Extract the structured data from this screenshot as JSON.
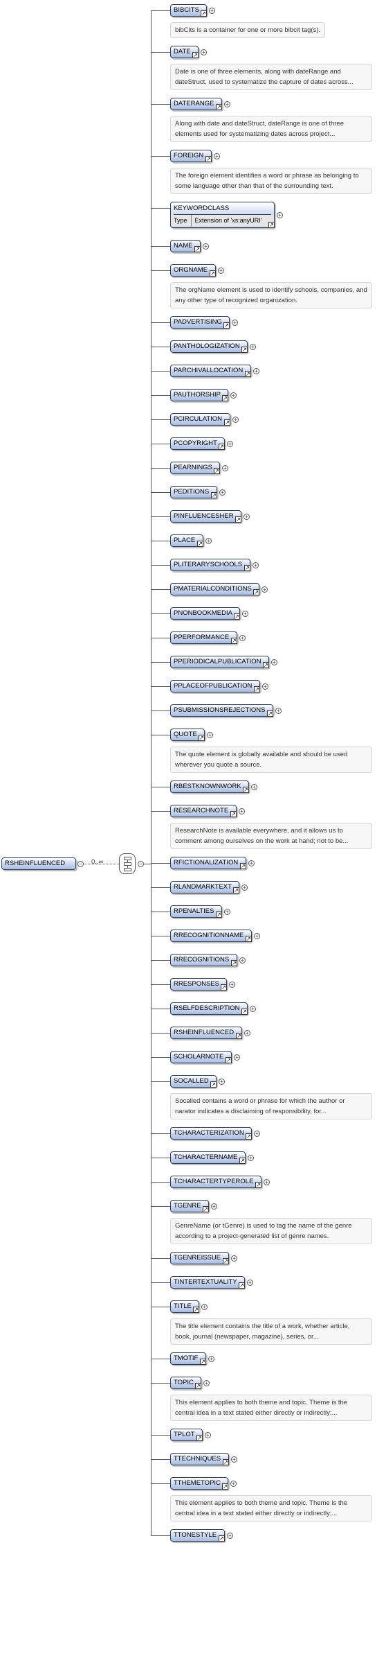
{
  "root": {
    "name": "RSHEINFLUENCED",
    "cardinality": "0..∞"
  },
  "children": [
    {
      "name": "BIBCITS",
      "doc": "bibCits is a container for one or more bibcit tag(s)."
    },
    {
      "name": "DATE",
      "doc": "Date is one of three elements, along with dateRange and dateStruct, used to systematize the capture of dates across..."
    },
    {
      "name": "DATERANGE",
      "doc": "Along with date and dateStruct, dateRange is one of three elements used for systematizing dates across project..."
    },
    {
      "name": "FOREIGN",
      "doc": "The foreign element identifies a word or phrase as belonging to some language other than that of the surrounding text."
    },
    {
      "name": "KEYWORDCLASS",
      "typeLabel": "Type",
      "typeValue": "Extension of 'xs:anyURI'"
    },
    {
      "name": "NAME"
    },
    {
      "name": "ORGNAME",
      "doc": "The orgName element is used to identify schools, companies, and any other type of recognized organization."
    },
    {
      "name": "PADVERTISING"
    },
    {
      "name": "PANTHOLOGIZATION"
    },
    {
      "name": "PARCHIVALLOCATION"
    },
    {
      "name": "PAUTHORSHIP"
    },
    {
      "name": "PCIRCULATION"
    },
    {
      "name": "PCOPYRIGHT"
    },
    {
      "name": "PEARNINGS"
    },
    {
      "name": "PEDITIONS"
    },
    {
      "name": "PINFLUENCESHER"
    },
    {
      "name": "PLACE"
    },
    {
      "name": "PLITERARYSCHOOLS"
    },
    {
      "name": "PMATERIALCONDITIONS"
    },
    {
      "name": "PNONBOOKMEDIA"
    },
    {
      "name": "PPERFORMANCE"
    },
    {
      "name": "PPERIODICALPUBLICATION"
    },
    {
      "name": "PPLACEOFPUBLICATION"
    },
    {
      "name": "PSUBMISSIONSREJECTIONS"
    },
    {
      "name": "QUOTE",
      "doc": "The quote element is globally available and should be used wherever you quote a source."
    },
    {
      "name": "RBESTKNOWNWORK"
    },
    {
      "name": "RESEARCHNOTE",
      "doc": "ResearchNote is available everywhere, and it allows us to comment among ourselves on the work at hand; not to be..."
    },
    {
      "name": "RFICTIONALIZATION"
    },
    {
      "name": "RLANDMARKTEXT"
    },
    {
      "name": "RPENALTIES"
    },
    {
      "name": "RRECOGNITIONNAME"
    },
    {
      "name": "RRECOGNITIONS"
    },
    {
      "name": "RRESPONSES"
    },
    {
      "name": "RSELFDESCRIPTION"
    },
    {
      "name": "RSHEINFLUENCED"
    },
    {
      "name": "SCHOLARNOTE"
    },
    {
      "name": "SOCALLED",
      "doc": "Socalled contains a word or phrase for which the author or narator indicates a disclaiming of responsibility, for..."
    },
    {
      "name": "TCHARACTERIZATION"
    },
    {
      "name": "TCHARACTERNAME"
    },
    {
      "name": "TCHARACTERTYPEROLE"
    },
    {
      "name": "TGENRE",
      "doc": "GenreName (or tGenre) is used to tag the name of the genre according to a project-generated list of genre names."
    },
    {
      "name": "TGENREISSUE"
    },
    {
      "name": "TINTERTEXTUALITY"
    },
    {
      "name": "TITLE",
      "doc": "The title element contains the title of a work, whether article, book, journal (newspaper, magazine), series, or..."
    },
    {
      "name": "TMOTIF"
    },
    {
      "name": "TOPIC",
      "doc": "This element applies to both theme and topic. Theme is the central idea in a text stated either directly or indirectly;..."
    },
    {
      "name": "TPLOT"
    },
    {
      "name": "TTECHNIQUES"
    },
    {
      "name": "TTHEMETOPIC",
      "doc": "This element applies to both theme and topic. Theme is the central idea in a text stated either directly or indirectly;..."
    },
    {
      "name": "TTONESTYLE"
    }
  ]
}
